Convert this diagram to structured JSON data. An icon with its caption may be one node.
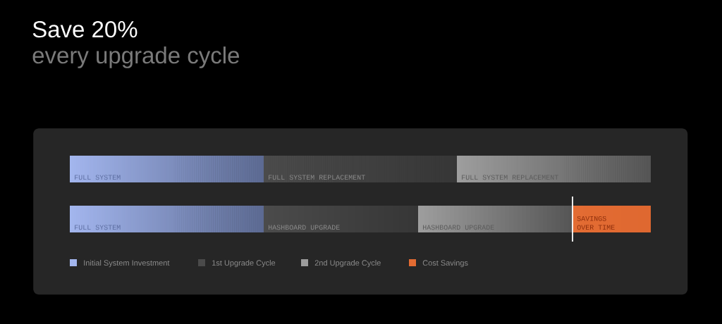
{
  "diagram": {
    "title": "Save 20%",
    "nodes": [
      {
        "text": [],
        "shape": "box"
      },
      {
        "text": [
          "FULL SYSTEM"
        ],
        "in": 0
      },
      {
        "text": [
          "FULL SYSTEM REPLACEMENT"
        ],
        "in": 0
      },
      {
        "text": [
          "FULL SYSTEM REPLACEMENT"
        ],
        "in": 0
      },
      {
        "text": [
          "FULL SYSTEM"
        ],
        "in": 0
      },
      {
        "text": [
          "HASHBOARD UPGRADE"
        ],
        "in": 0
      },
      {
        "text": [
          "HASHBOARD UPGRADE"
        ],
        "in": 0
      },
      {
        "text": [
          "SAVINGS OVER TIME"
        ],
        "in": 0
      }
    ],
    "labels": [
      "every upgrade cycle"
    ],
    "legend": [
      {
        "text": "Initial System Investment",
        "color": "#a3b6ee"
      },
      {
        "text": "1st Upgrade Cycle",
        "color": "#4a4a4a"
      },
      {
        "text": "2nd Upgrade Cycle",
        "color": "#9c9c9c"
      },
      {
        "text": "Cost Savings",
        "color": "#e26b32"
      }
    ]
  }
}
